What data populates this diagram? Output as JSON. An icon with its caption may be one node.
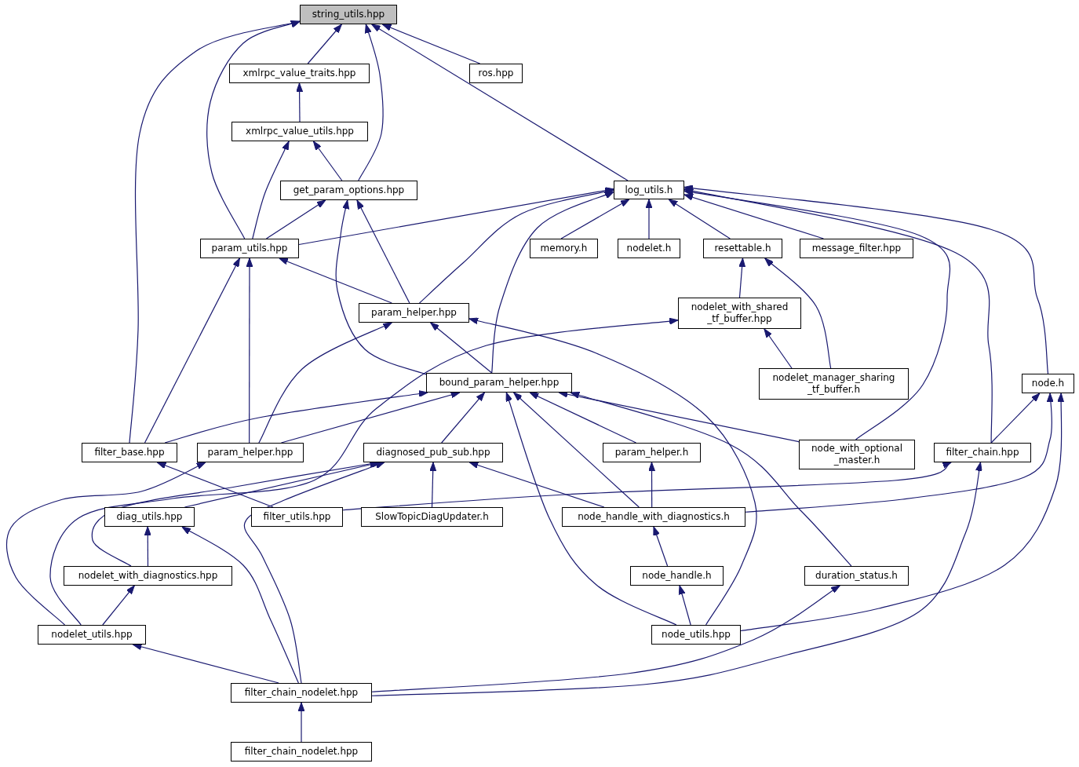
{
  "diagram": {
    "nodes": [
      {
        "text": [
          "string_utils.hpp"
        ]
      },
      {
        "text": [
          "xmlrpc_value_traits.hpp"
        ]
      },
      {
        "text": [
          "ros.hpp"
        ]
      },
      {
        "text": [
          "xmlrpc_value_utils.hpp"
        ]
      },
      {
        "text": [
          "get_param_options.hpp"
        ]
      },
      {
        "text": [
          "log_utils.h"
        ]
      },
      {
        "text": [
          "param_utils.hpp"
        ]
      },
      {
        "text": [
          "memory.h"
        ]
      },
      {
        "text": [
          "nodelet.h"
        ]
      },
      {
        "text": [
          "resettable.h"
        ]
      },
      {
        "text": [
          "message_filter.hpp"
        ]
      },
      {
        "text": [
          "param_helper.hpp"
        ]
      },
      {
        "text": [
          "nodelet_with_shared _tf_buffer.hpp"
        ]
      },
      {
        "text": [
          "bound_param_helper.hpp"
        ]
      },
      {
        "text": [
          "nodelet_manager_sharing _tf_buffer.h"
        ]
      },
      {
        "text": [
          "node.h"
        ]
      },
      {
        "text": [
          "filter_base.hpp"
        ]
      },
      {
        "text": [
          "param_helper.hpp"
        ]
      },
      {
        "text": [
          "diagnosed_pub_sub.hpp"
        ]
      },
      {
        "text": [
          "param_helper.h"
        ]
      },
      {
        "text": [
          "node_with_optional _master.h"
        ]
      },
      {
        "text": [
          "filter_chain.hpp"
        ]
      },
      {
        "text": [
          "diag_utils.hpp"
        ]
      },
      {
        "text": [
          "filter_utils.hpp"
        ]
      },
      {
        "text": [
          "SlowTopicDiagUpdater.h"
        ]
      },
      {
        "text": [
          "node_handle_with_diagnostics.h"
        ]
      },
      {
        "text": [
          "nodelet_with_diagnostics.hpp"
        ]
      },
      {
        "text": [
          "node_handle.h"
        ]
      },
      {
        "text": [
          "duration_status.h"
        ]
      },
      {
        "text": [
          "nodelet_utils.hpp"
        ]
      },
      {
        "text": [
          "node_utils.hpp"
        ]
      },
      {
        "text": [
          "filter_chain_nodelet.hpp"
        ]
      },
      {
        "text": [
          "filter_chain_nodelet.hpp"
        ]
      }
    ],
    "edges": [
      {
        "from": 1,
        "to": 0,
        "arrow": "to"
      },
      {
        "from": 2,
        "to": 0,
        "arrow": "to"
      },
      {
        "from": 3,
        "to": 1,
        "arrow": "to"
      },
      {
        "from": 4,
        "to": 0,
        "arrow": "to"
      },
      {
        "from": 4,
        "to": 3,
        "arrow": "to"
      },
      {
        "from": 5,
        "to": 0,
        "arrow": "to"
      },
      {
        "from": 6,
        "to": 0,
        "arrow": "to"
      },
      {
        "from": 6,
        "to": 3,
        "arrow": "to"
      },
      {
        "from": 6,
        "to": 4,
        "arrow": "to"
      },
      {
        "from": 6,
        "to": 5,
        "arrow": "to"
      },
      {
        "from": 7,
        "to": 5,
        "arrow": "to"
      },
      {
        "from": 8,
        "to": 5,
        "arrow": "to"
      },
      {
        "from": 9,
        "to": 5,
        "arrow": "to"
      },
      {
        "from": 10,
        "to": 5,
        "arrow": "to"
      },
      {
        "from": 11,
        "to": 6,
        "arrow": "to"
      },
      {
        "from": 11,
        "to": 4,
        "arrow": "to"
      },
      {
        "from": 11,
        "to": 5,
        "arrow": "to"
      },
      {
        "from": 12,
        "to": 9,
        "arrow": "to"
      },
      {
        "from": 13,
        "to": 4,
        "arrow": "to"
      },
      {
        "from": 13,
        "to": 5,
        "arrow": "to"
      },
      {
        "from": 13,
        "to": 11,
        "arrow": "to"
      },
      {
        "from": 14,
        "to": 9,
        "arrow": "to"
      },
      {
        "from": 14,
        "to": 12,
        "arrow": "to"
      },
      {
        "from": 15,
        "to": 5,
        "arrow": "to"
      },
      {
        "from": 16,
        "to": 0,
        "arrow": "to"
      },
      {
        "from": 16,
        "to": 6,
        "arrow": "to"
      },
      {
        "from": 16,
        "to": 13,
        "arrow": "to"
      },
      {
        "from": 17,
        "to": 6,
        "arrow": "to"
      },
      {
        "from": 17,
        "to": 11,
        "arrow": "to"
      },
      {
        "from": 17,
        "to": 13,
        "arrow": "to"
      },
      {
        "from": 18,
        "to": 13,
        "arrow": "to"
      },
      {
        "from": 19,
        "to": 13,
        "arrow": "to"
      },
      {
        "from": 20,
        "to": 13,
        "arrow": "to"
      },
      {
        "from": 20,
        "to": 5,
        "arrow": "to"
      },
      {
        "from": 21,
        "to": 5,
        "arrow": "to"
      },
      {
        "from": 21,
        "to": 15,
        "arrow": "to"
      },
      {
        "from": 22,
        "to": 18,
        "arrow": "to"
      },
      {
        "from": 23,
        "to": 16,
        "arrow": "to"
      },
      {
        "from": 23,
        "to": 21,
        "arrow": "to"
      },
      {
        "from": 24,
        "to": 18,
        "arrow": "to"
      },
      {
        "from": 25,
        "to": 18,
        "arrow": "to"
      },
      {
        "from": 25,
        "to": 13,
        "arrow": "to"
      },
      {
        "from": 25,
        "to": 19,
        "arrow": "to"
      },
      {
        "from": 25,
        "to": 15,
        "arrow": "to"
      },
      {
        "from": 26,
        "to": 22,
        "arrow": "to"
      },
      {
        "from": 26,
        "to": 18,
        "arrow": "to"
      },
      {
        "from": 27,
        "to": 25,
        "arrow": "to"
      },
      {
        "from": 28,
        "to": 13,
        "arrow": "to"
      },
      {
        "from": 29,
        "to": 26,
        "arrow": "to"
      },
      {
        "from": 29,
        "to": 17,
        "arrow": "to"
      },
      {
        "from": 29,
        "to": 12,
        "arrow": "to"
      },
      {
        "from": 30,
        "to": 27,
        "arrow": "to"
      },
      {
        "from": 30,
        "to": 13,
        "arrow": "to"
      },
      {
        "from": 30,
        "to": 11,
        "arrow": "to"
      },
      {
        "from": 30,
        "to": 15,
        "arrow": "to"
      },
      {
        "from": 31,
        "to": 29,
        "arrow": "to"
      },
      {
        "from": 31,
        "to": 22,
        "arrow": "to"
      },
      {
        "from": 31,
        "to": 18,
        "arrow": "to"
      },
      {
        "from": 31,
        "to": 28,
        "arrow": "to"
      },
      {
        "from": 31,
        "to": 21,
        "arrow": "to"
      },
      {
        "from": 32,
        "to": 31,
        "arrow": "to"
      }
    ]
  }
}
